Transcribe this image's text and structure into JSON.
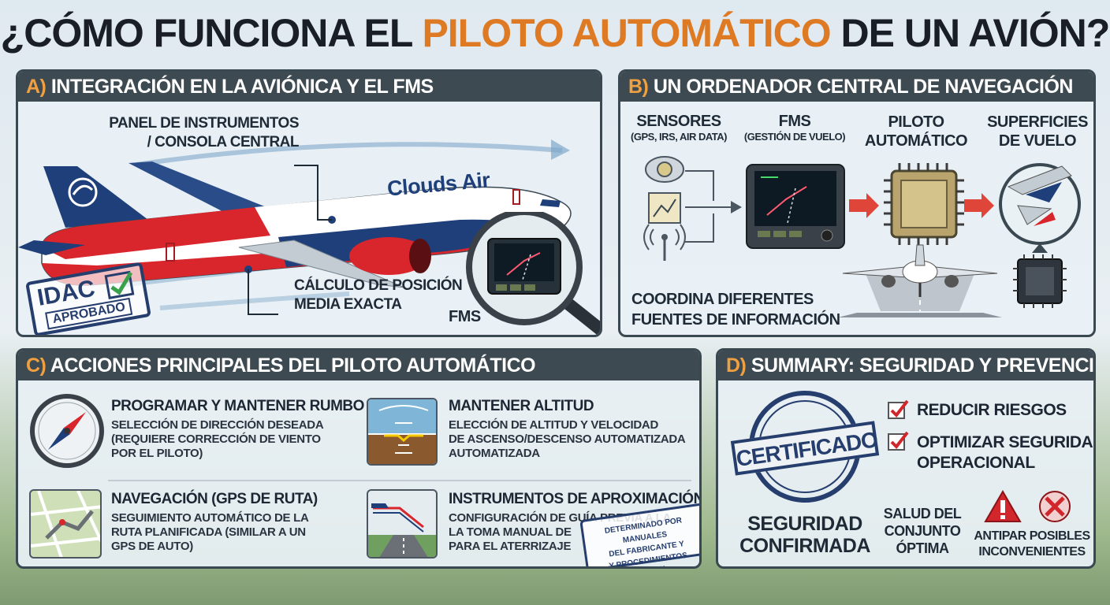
{
  "title": {
    "before": "¿CÓMO FUNCIONA EL ",
    "accent": "PILOTO AUTOMÁTICO",
    "after": " DE UN AVIÓN?"
  },
  "colors": {
    "accent": "#df7a24",
    "header_bg": "#3d4a52",
    "airline_blue": "#1f3f7a",
    "airline_red": "#d8262c",
    "check_red": "#d0262c"
  },
  "panel_a": {
    "letter": "A)",
    "title": "INTEGRACIÓN EN LA AVIÓNICA Y EL FMS",
    "airline_name": "Clouds Air",
    "label_panel_line1": "PANEL DE INSTRUMENTOS",
    "label_panel_line2": "/ CONSOLA CENTRAL",
    "label_calc_line1": "CÁLCULO DE POSICIÓN",
    "label_calc_line2": "MEDIA EXACTA",
    "label_fms": "FMS",
    "stamp_line1": "IDAC",
    "stamp_line2": "APROBADO"
  },
  "panel_b": {
    "letter": "B)",
    "title": "UN ORDENADOR CENTRAL DE NAVEGACIÓN",
    "col1_title": "SENSORES",
    "col1_sub": "(GPS, IRS, AIR DATA)",
    "col2_title": "FMS",
    "col2_sub": "(GESTIÓN DE VUELO)",
    "col3_title_line1": "PILOTO",
    "col3_title_line2": "AUTOMÁTICO",
    "col4_title_line1": "SUPERFICIES",
    "col4_title_line2": "DE VUELO",
    "footer_line1": "COORDINA DIFERENTES",
    "footer_line2": "FUENTES DE INFORMACIÓN"
  },
  "panel_c": {
    "letter": "C)",
    "title": "ACCIONES PRINCIPALES DEL PILOTO AUTOMÁTICO",
    "action1_title": "PROGRAMAR Y MANTENER RUMBO",
    "action1_desc": [
      "SELECCIÓN DE DIRECCIÓN DESEADA",
      "(REQUIERE CORRECCIÓN DE VIENTO",
      "POR EL PILOTO)"
    ],
    "action2_title": "MANTENER ALTITUD",
    "action2_desc": [
      "ELECCIÓN DE ALTITUD Y VELOCIDAD",
      "DE ASCENSO/DESCENSO AUTOMATIZADA",
      "AUTOMATIZADA"
    ],
    "action3_title": "NAVEGACIÓN (GPS DE RUTA)",
    "action3_desc": [
      "SEGUIMIENTO AUTOMÁTICO DE LA",
      "RUTA PLANIFICADA (SIMILAR A UN",
      "GPS DE AUTO)"
    ],
    "action4_title": "INSTRUMENTOS DE APROXIMACIÓN",
    "action4_desc": [
      "CONFIGURACIÓN DE GUÍA PREVIA A LA",
      "LA TOMA MANUAL DE",
      "PARA EL ATERRIZAJE"
    ],
    "stamp_line1": "DETERMINADO POR MANUALES",
    "stamp_line2": "DEL FABRICANTE Y",
    "stamp_line3": "Y PROCEDIMIENTOS COMPAÑÍA"
  },
  "panel_d": {
    "letter": "D)",
    "title": "SUMMARY: SEGURIDAD Y PREVENCIÓN",
    "seal_text": "CERTIFICADO",
    "check1": "REDUCIR RIESGOS",
    "check2_line1": "OPTIMIZAR SEGURIDAD",
    "check2_line2": "OPERACIONAL",
    "confirm_line1": "SEGURIDAD",
    "confirm_line2": "CONFIRMADA",
    "health_line1": "SALUD DEL",
    "health_line2": "CONJUNTO",
    "health_line3": "ÓPTIMA",
    "avoid_line1": "ANTIPAR POSIBLES",
    "avoid_line2": "INCONVENIENTES"
  }
}
